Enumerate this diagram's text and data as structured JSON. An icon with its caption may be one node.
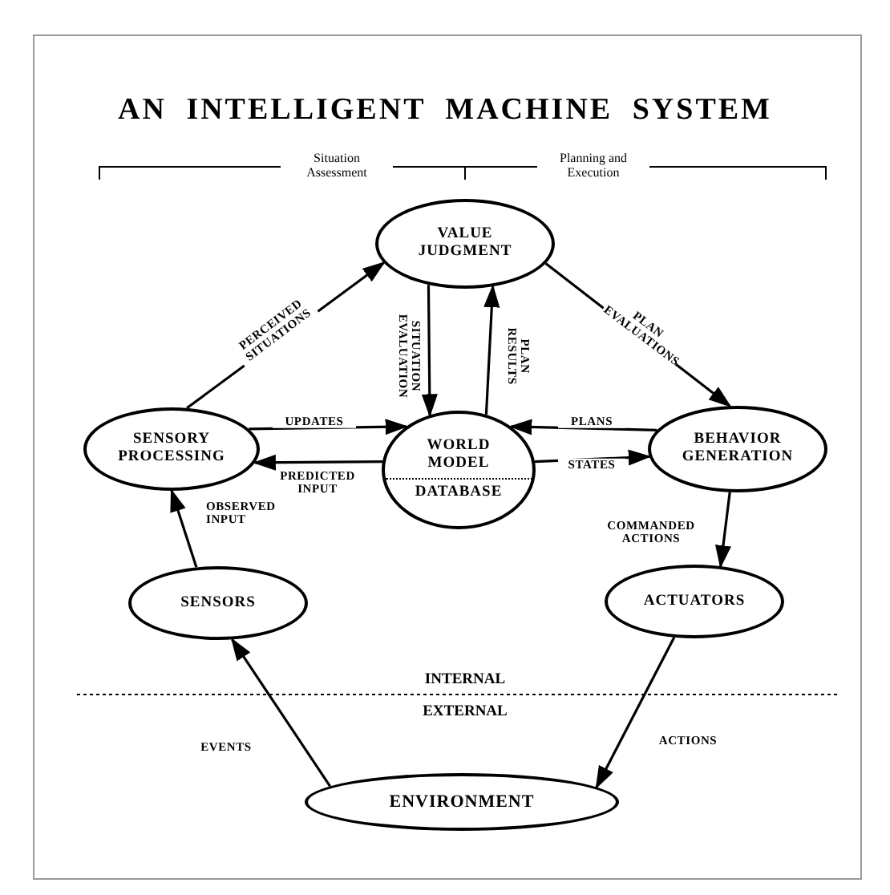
{
  "diagram": {
    "title": "AN INTELLIGENT MACHINE SYSTEM",
    "nodes": [
      {
        "text": [
          "VALUE JUDGMENT"
        ]
      },
      {
        "text": [
          "SENSORY PROCESSING"
        ]
      },
      {
        "text": [
          "WORLD MODEL",
          "DATABASE"
        ]
      },
      {
        "text": [
          "BEHAVIOR GENERATION"
        ]
      },
      {
        "text": [
          "SENSORS"
        ]
      },
      {
        "text": [
          "ACTUATORS"
        ]
      },
      {
        "text": [
          "ENVIRONMENT"
        ]
      }
    ],
    "edges": [
      {
        "from": 1,
        "to": 0,
        "arrow": "to",
        "label": "PERCEIVED SITUATIONS"
      },
      {
        "from": 0,
        "to": 2,
        "arrow": "to",
        "label": "SITUATION EVALUATION"
      },
      {
        "from": 2,
        "to": 0,
        "arrow": "to",
        "label": "PLAN RESULTS"
      },
      {
        "from": 0,
        "to": 3,
        "arrow": "to",
        "label": "PLAN EVALUATIONS"
      },
      {
        "from": 1,
        "to": 2,
        "arrow": "to",
        "label": "UPDATES"
      },
      {
        "from": 2,
        "to": 1,
        "arrow": "to",
        "label": "PREDICTED INPUT"
      },
      {
        "from": 3,
        "to": 2,
        "arrow": "to",
        "label": "PLANS"
      },
      {
        "from": 2,
        "to": 3,
        "arrow": "to",
        "label": "STATES"
      },
      {
        "from": 4,
        "to": 1,
        "arrow": "to",
        "label": "OBSERVED INPUT"
      },
      {
        "from": 3,
        "to": 5,
        "arrow": "to",
        "label": "COMMANDED ACTIONS"
      },
      {
        "from": 6,
        "to": 4,
        "arrow": "to",
        "label": "EVENTS"
      },
      {
        "from": 5,
        "to": 6,
        "arrow": "to",
        "label": "ACTIONS"
      }
    ],
    "labels": [
      "Situation Assessment",
      "Planning and Execution",
      "INTERNAL",
      "EXTERNAL"
    ]
  }
}
